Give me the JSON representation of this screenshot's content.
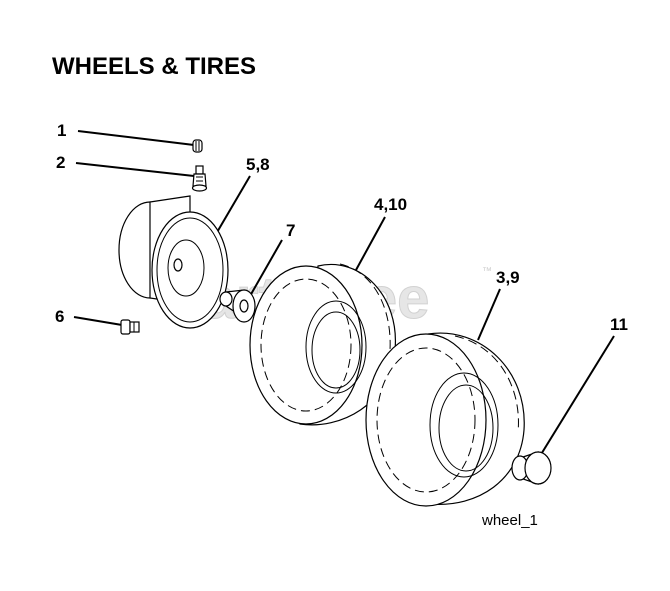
{
  "title": "WHEELS & TIRES",
  "watermark": {
    "text": "PartsTree",
    "trademark": "™"
  },
  "figure_id": "wheel_1",
  "callouts": [
    {
      "id": "callout-1",
      "label": "1"
    },
    {
      "id": "callout-2",
      "label": "2"
    },
    {
      "id": "callout-5-8",
      "label": "5,8"
    },
    {
      "id": "callout-7",
      "label": "7"
    },
    {
      "id": "callout-4-10",
      "label": "4,10"
    },
    {
      "id": "callout-3-9",
      "label": "3,9"
    },
    {
      "id": "callout-6",
      "label": "6"
    },
    {
      "id": "callout-11",
      "label": "11"
    }
  ]
}
